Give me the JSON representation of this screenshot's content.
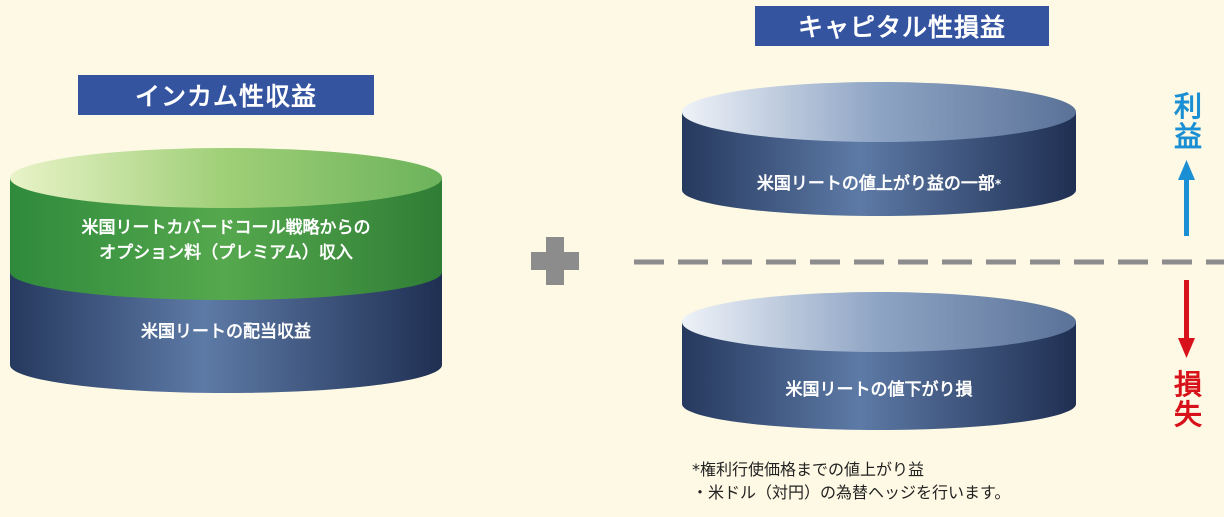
{
  "income": {
    "header": "インカム性収益",
    "top_layer_line1": "米国リートカバードコール戦略からの",
    "top_layer_line2": "オプション料（プレミアム）収入",
    "bottom_layer": "米国リートの配当収益"
  },
  "capital": {
    "header": "キャピタル性損益",
    "gain": "米国リートの値上がり益の一部",
    "gain_mark": "*",
    "loss": "米国リートの値下がり損"
  },
  "side": {
    "profit_1": "利",
    "profit_2": "益",
    "loss_1": "損",
    "loss_2": "失"
  },
  "notes": {
    "line1": "*権利行使価格までの値上がり益",
    "line2": "・米ドル（対円）の為替ヘッジを行います。"
  },
  "colors": {
    "header_bg": "#3554a0",
    "green": "#4fa04a",
    "navy": "#26395e",
    "profit": "#1a8fd4",
    "loss": "#d8121b",
    "plus": "#8c8c8c"
  }
}
